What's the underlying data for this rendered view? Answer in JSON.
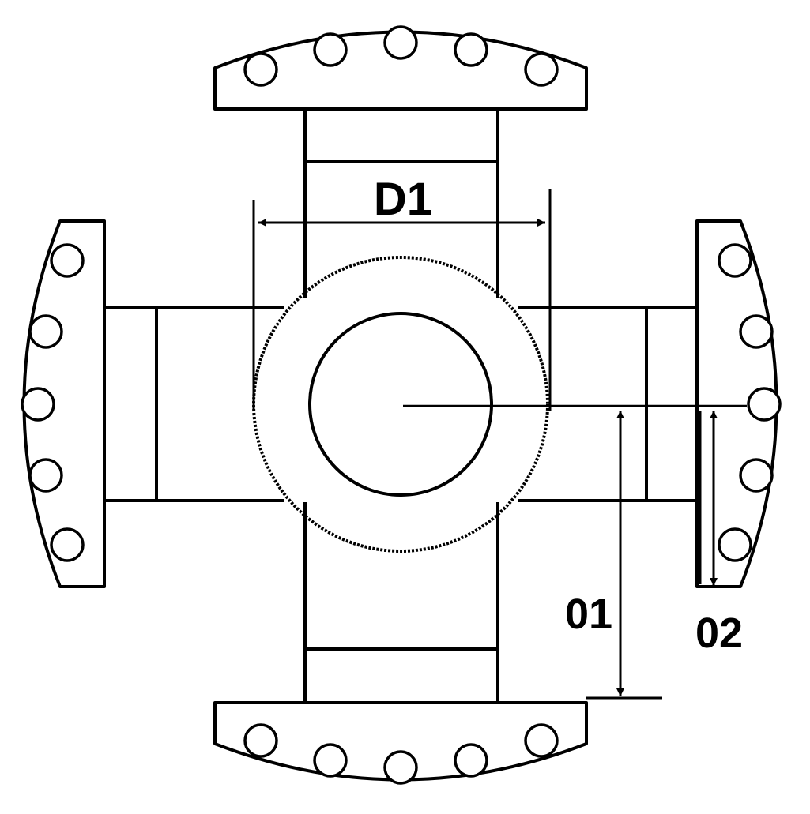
{
  "diagram": {
    "labels": {
      "d1": "D1",
      "o1": "01",
      "o2": "02"
    },
    "colors": {
      "stroke": "#000000",
      "background": "#ffffff"
    }
  }
}
